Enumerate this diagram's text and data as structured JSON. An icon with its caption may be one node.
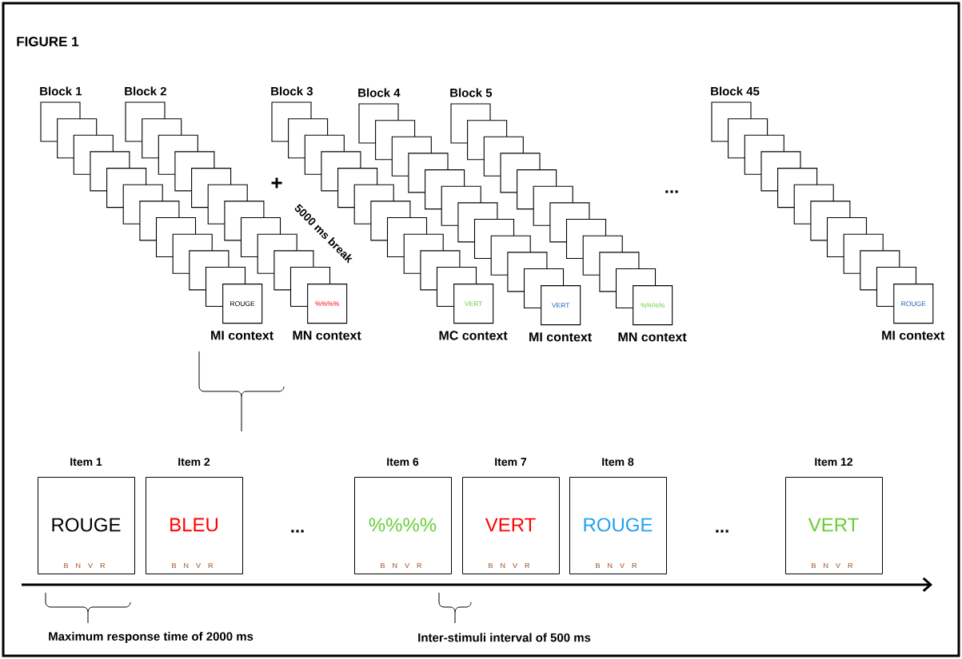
{
  "diagram": {
    "title": "FIGURE 1",
    "nodes": [
      {
        "text": [
          "ROUGE"
        ],
        "beside": [
          "MI context"
        ]
      },
      {
        "text": [
          "%%%%"
        ],
        "beside": [
          "MN context"
        ]
      },
      {
        "text": [
          "VERT"
        ],
        "beside": [
          "MC context"
        ]
      },
      {
        "text": [
          "VERT"
        ],
        "beside": [
          "MI context"
        ]
      },
      {
        "text": [
          "%%%%"
        ],
        "beside": [
          "MN context"
        ]
      },
      {
        "text": [
          "ROUGE"
        ],
        "beside": [
          "MI context"
        ]
      },
      {
        "text": [
          "Item 1",
          "ROUGE",
          "B N V R"
        ]
      },
      {
        "text": [
          "Item 2",
          "BLEU",
          "B N V R"
        ]
      },
      {
        "text": [
          "Item 6",
          "%%%%",
          "B N V R"
        ]
      },
      {
        "text": [
          "Item 7",
          "VERT",
          "B N V R"
        ]
      },
      {
        "text": [
          "Item 8",
          "ROUGE",
          "B N V R"
        ]
      },
      {
        "text": [
          "Item 12",
          "VERT",
          "B N V R"
        ]
      }
    ],
    "labels": [
      "Block 1",
      "Block 2",
      "Block 3",
      "Block 4",
      "Block 5",
      "Block 45",
      "+",
      "5000 ms break",
      "...",
      "...",
      "...",
      "Maximum response time of 2000 ms",
      "Inter-stimuli interval of 500 ms"
    ]
  }
}
